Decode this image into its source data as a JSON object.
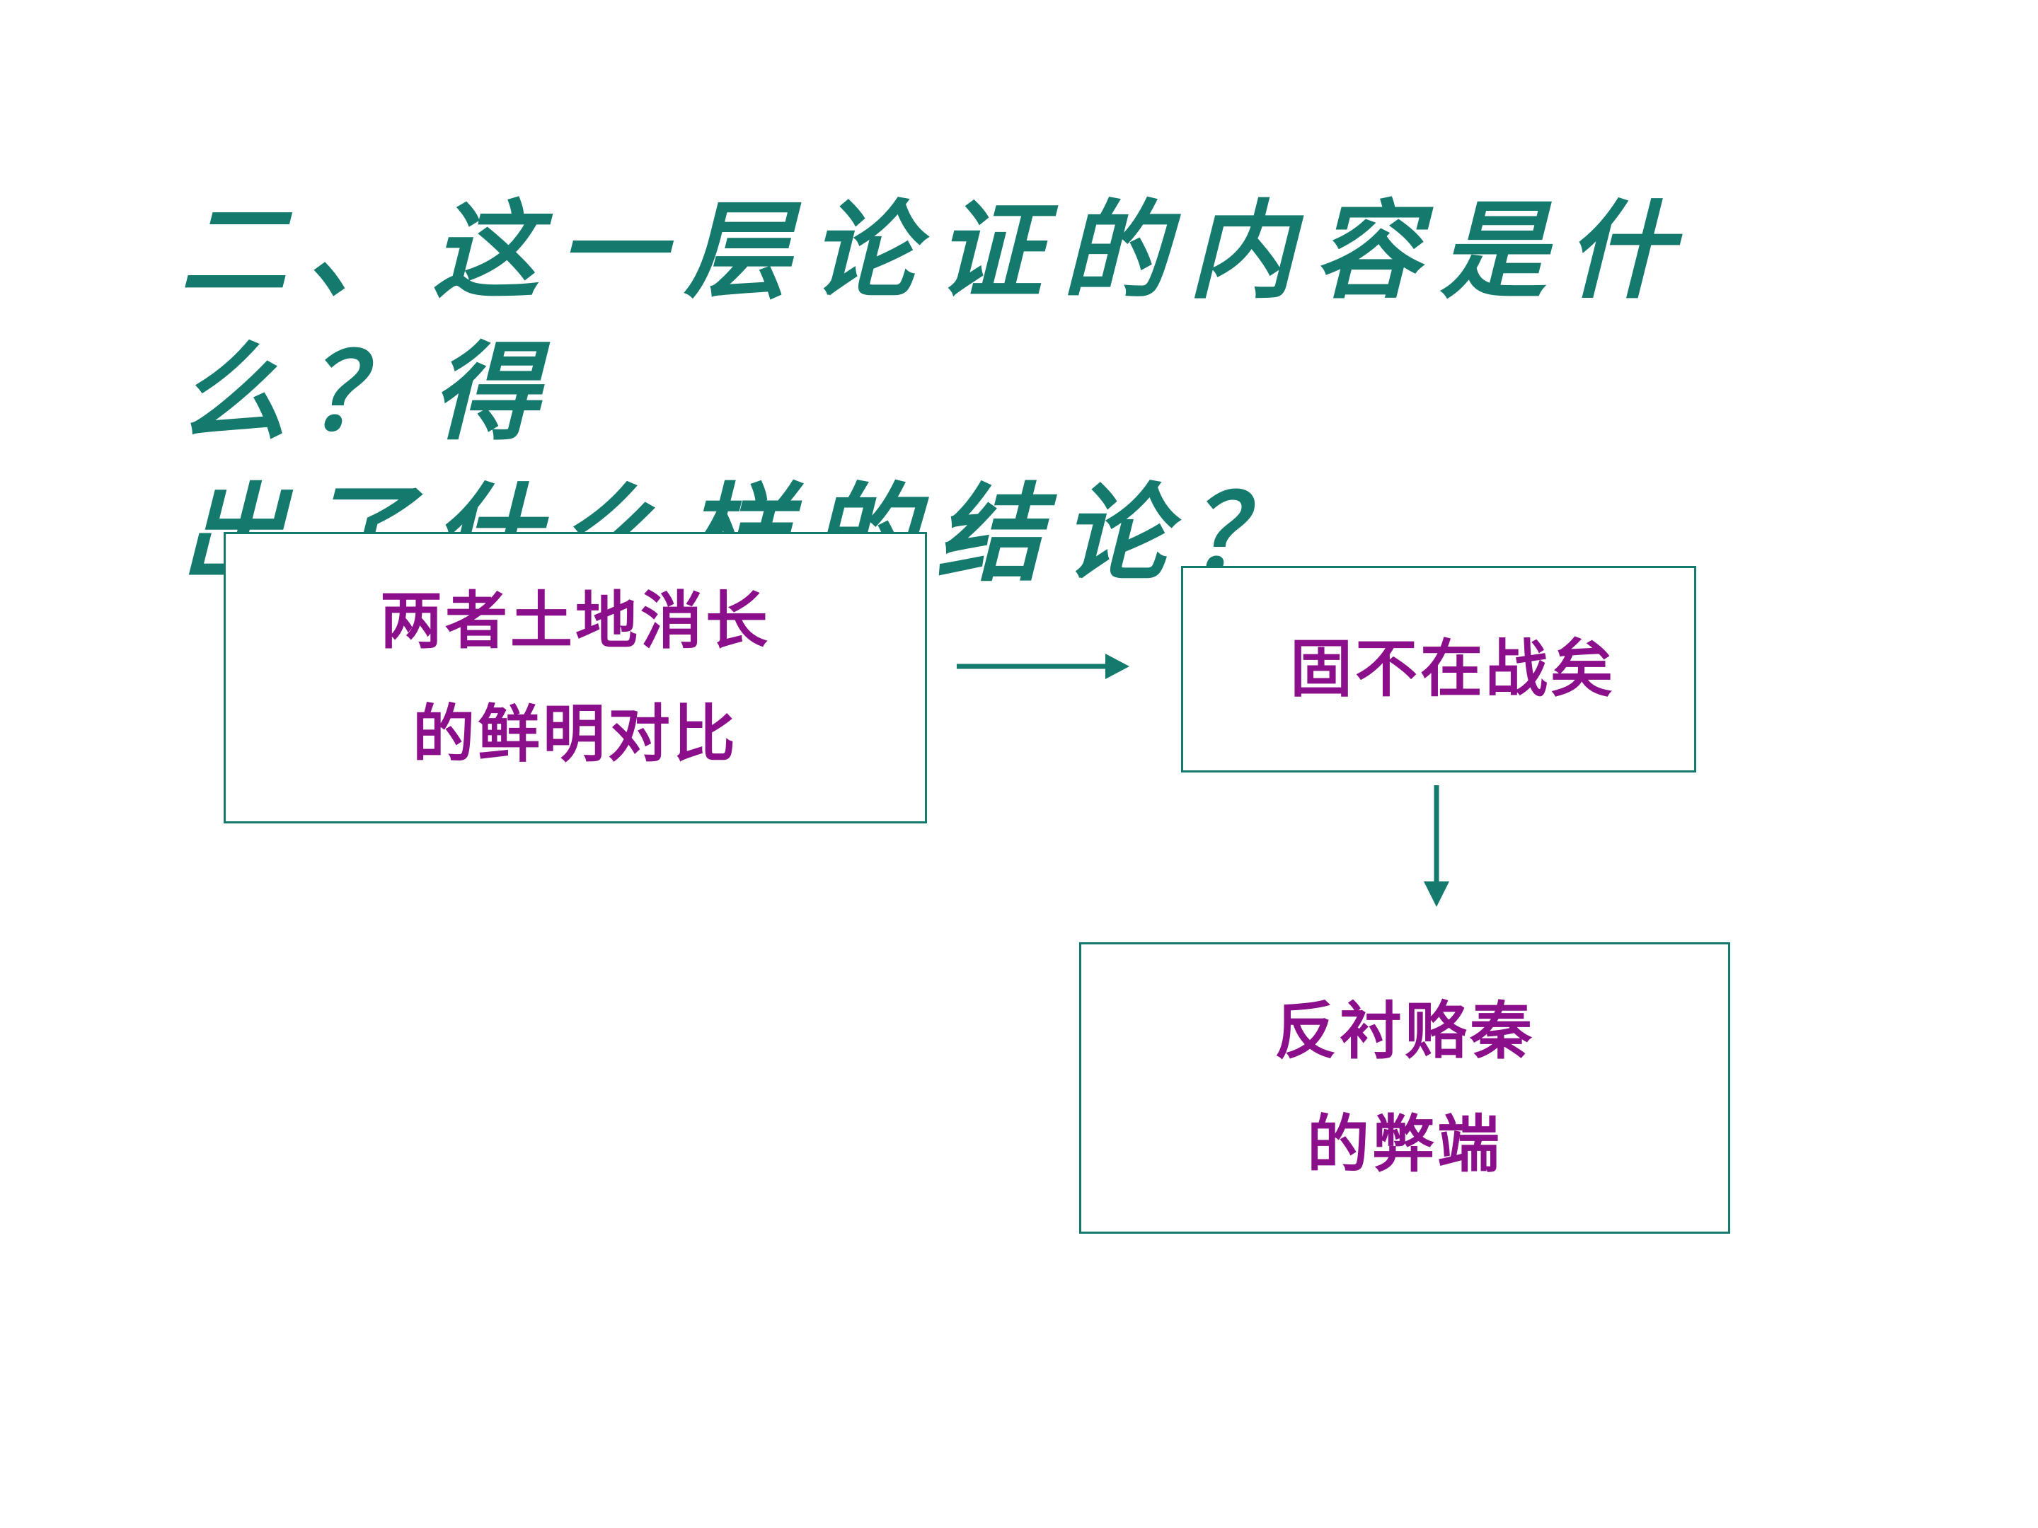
{
  "slide": {
    "title_line1": "二、这一层论证的内容是什么？得",
    "title_line2": "出了什么样的结论？"
  },
  "diagram": {
    "nodes": [
      {
        "id": "a",
        "lines": [
          "两者土地消长",
          "的鲜明对比"
        ]
      },
      {
        "id": "b",
        "lines": [
          "固不在战矣"
        ]
      },
      {
        "id": "c",
        "lines": [
          "反衬赂秦",
          "的弊端"
        ]
      }
    ],
    "edges": [
      {
        "from": "a",
        "to": "b"
      },
      {
        "from": "b",
        "to": "c"
      }
    ]
  },
  "colors": {
    "title": "#157a6e",
    "node_text": "#8b0f8b",
    "node_border": "#157a6e",
    "arrow": "#157a6e"
  }
}
